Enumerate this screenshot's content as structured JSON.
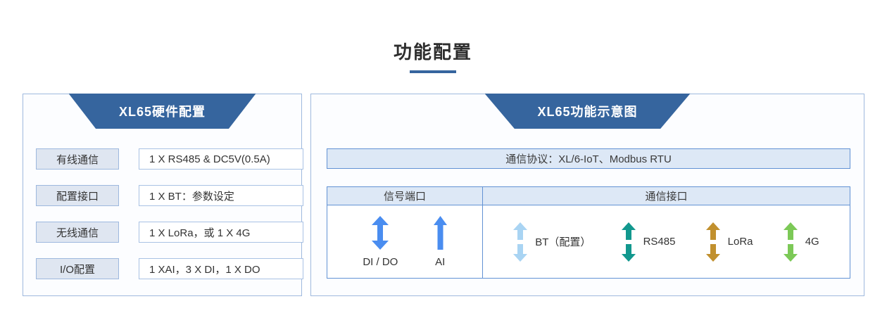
{
  "page": {
    "title": "功能配置"
  },
  "hardware_panel": {
    "header": "XL65硬件配置",
    "rows": [
      {
        "label": "有线通信",
        "value": "1 X RS485 & DC5V(0.5A)"
      },
      {
        "label": "配置接口",
        "value": "1 X BT：参数设定"
      },
      {
        "label": "无线通信",
        "value": "1 X LoRa，或 1 X 4G"
      },
      {
        "label": "I/O配置",
        "value": "1 XAI，3 X DI，1 X DO"
      }
    ]
  },
  "function_panel": {
    "header": "XL65功能示意图",
    "protocol_bar": "通信协议：XL/6-IoT、Modbus RTU",
    "table": {
      "signal_column_header": "信号端口",
      "comm_column_header": "通信接口",
      "signal_ports": [
        {
          "label": "DI / DO",
          "icon": "double-arrow-icon",
          "color": "#4a8df0"
        },
        {
          "label": "AI",
          "icon": "up-arrow-icon",
          "color": "#4a8df0"
        }
      ],
      "comm_interfaces": [
        {
          "label": "BT（配置）",
          "icon": "split-double-arrow-icon",
          "color": "#a9d4f3"
        },
        {
          "label": "RS485",
          "icon": "split-double-arrow-icon",
          "color": "#12988e"
        },
        {
          "label": "LoRa",
          "icon": "split-double-arrow-icon",
          "color": "#c1902e"
        },
        {
          "label": "4G",
          "icon": "split-double-arrow-icon",
          "color": "#7cc957"
        }
      ]
    }
  },
  "colors": {
    "accent_blue": "#36659e",
    "panel_border": "#9fb9de",
    "table_border": "#6292d4",
    "header_fill": "#dde8f6",
    "label_fill": "#dfe6f1",
    "text": "#333333"
  }
}
